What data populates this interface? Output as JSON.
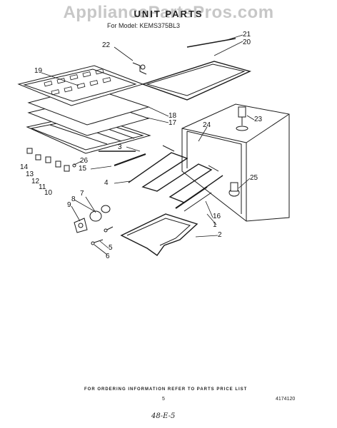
{
  "header": {
    "watermark": "AppliancePartsPros.com",
    "title": "UNIT PARTS",
    "model_line": "For Model: KEMS375BL3"
  },
  "callouts": [
    {
      "id": "c1",
      "label": "1"
    },
    {
      "id": "c2",
      "label": "2"
    },
    {
      "id": "c3",
      "label": "3"
    },
    {
      "id": "c4",
      "label": "4"
    },
    {
      "id": "c5",
      "label": "5"
    },
    {
      "id": "c6",
      "label": "6"
    },
    {
      "id": "c7",
      "label": "7"
    },
    {
      "id": "c8",
      "label": "8"
    },
    {
      "id": "c9",
      "label": "9"
    },
    {
      "id": "c10",
      "label": "10"
    },
    {
      "id": "c11",
      "label": "11"
    },
    {
      "id": "c12",
      "label": "12"
    },
    {
      "id": "c13",
      "label": "13"
    },
    {
      "id": "c14",
      "label": "14"
    },
    {
      "id": "c15",
      "label": "15"
    },
    {
      "id": "c16",
      "label": "16"
    },
    {
      "id": "c17",
      "label": "17"
    },
    {
      "id": "c18",
      "label": "18"
    },
    {
      "id": "c19",
      "label": "19"
    },
    {
      "id": "c20",
      "label": "20"
    },
    {
      "id": "c21",
      "label": "21"
    },
    {
      "id": "c22",
      "label": "22"
    },
    {
      "id": "c23",
      "label": "23"
    },
    {
      "id": "c24",
      "label": "24"
    },
    {
      "id": "c25",
      "label": "25"
    },
    {
      "id": "c26",
      "label": "26"
    }
  ],
  "footer": {
    "ordering_note": "FOR ORDERING INFORMATION REFER TO PARTS PRICE LIST",
    "page_number": "5",
    "document_number": "4174120",
    "handwritten_note": "48-E-5"
  }
}
